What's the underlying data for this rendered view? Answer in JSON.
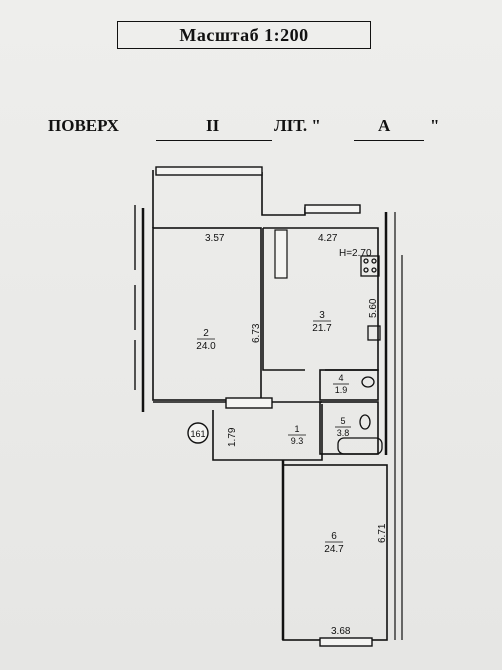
{
  "scale": {
    "label": "Масштаб 1:200"
  },
  "header": {
    "floor_label": "ПОВЕРХ",
    "floor_value": "II",
    "lit_label": "ЛІТ. \"",
    "lit_value": "А",
    "lit_close": "\""
  },
  "plan": {
    "height_note": "H=2.70",
    "section_marker": "161",
    "dimensions": {
      "top_left_width": "3.57",
      "top_right_width": "4.27",
      "room2_depth": "6.73",
      "room3_depth": "5.60",
      "hall_depth": "1.79",
      "room6_depth": "6.71",
      "bottom_width": "3.68"
    },
    "rooms": [
      {
        "number": "1",
        "area": "9.3"
      },
      {
        "number": "2",
        "area": "24.0"
      },
      {
        "number": "3",
        "area": "21.7"
      },
      {
        "number": "4",
        "area": "1.9"
      },
      {
        "number": "5",
        "area": "3.8"
      },
      {
        "number": "6",
        "area": "24.7"
      }
    ]
  }
}
